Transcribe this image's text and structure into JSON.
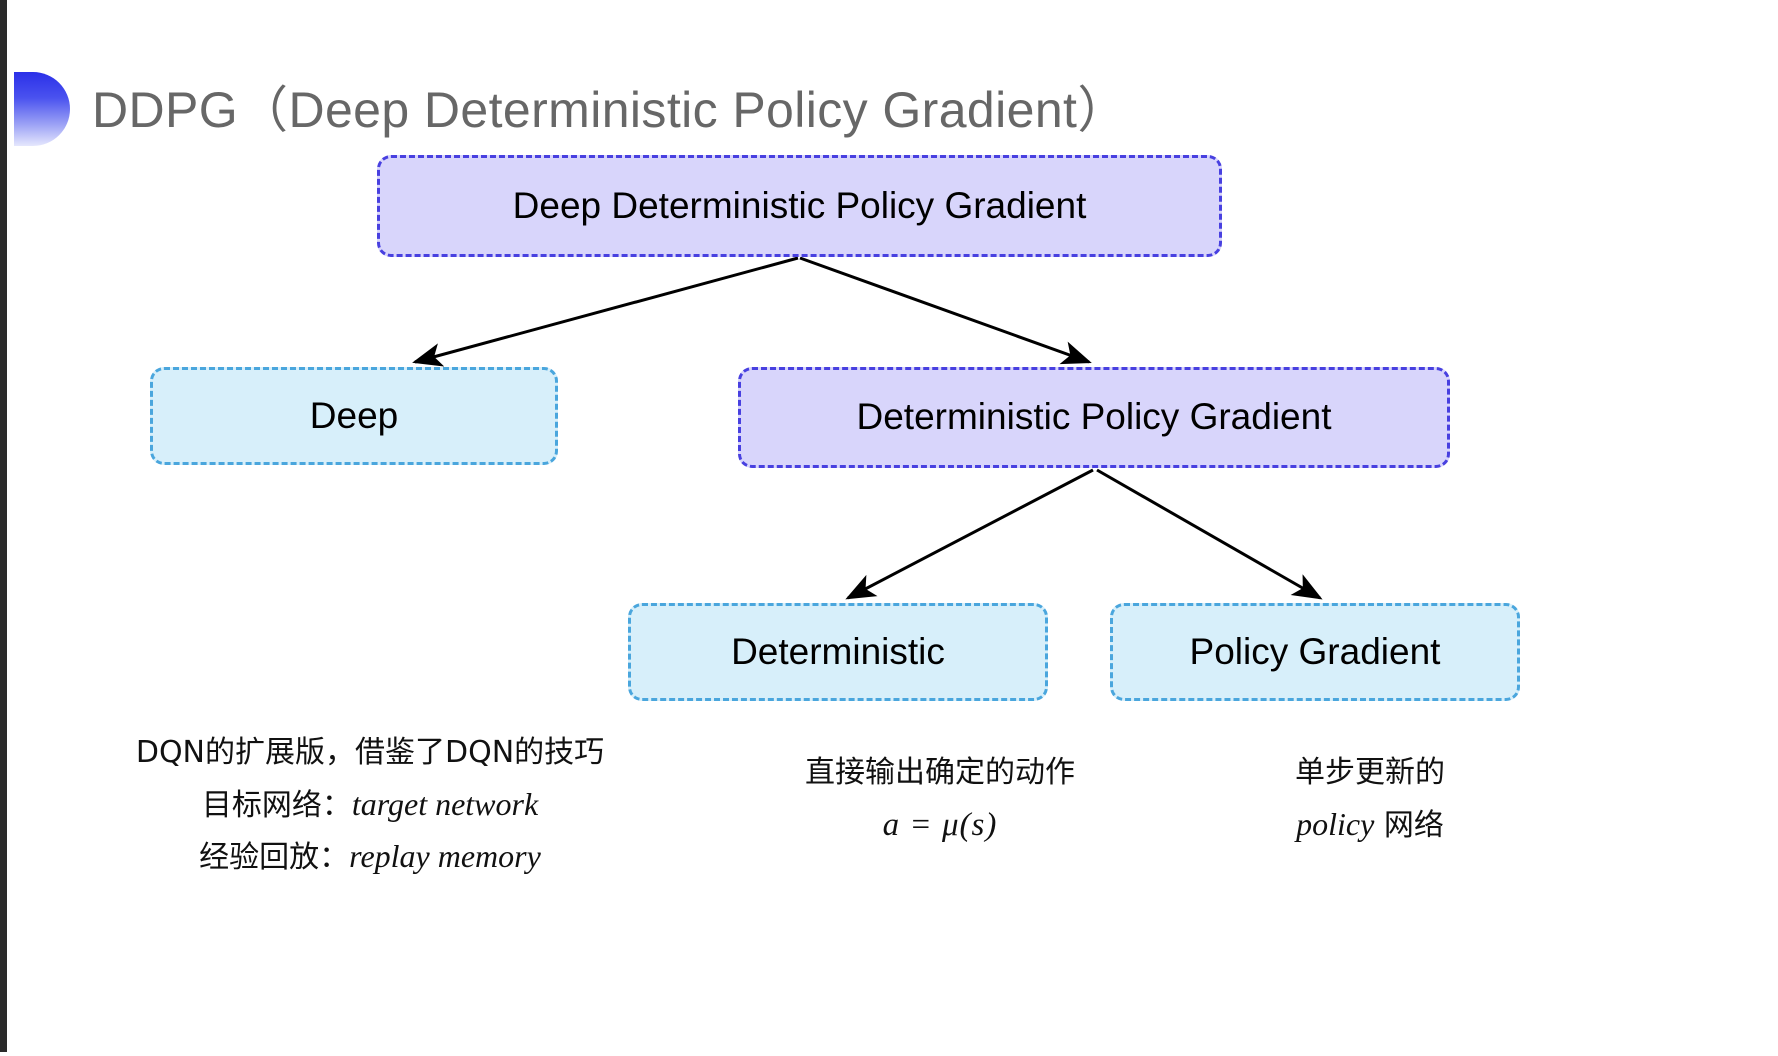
{
  "slide": {
    "title": "DDPG（Deep Deterministic Policy Gradient）",
    "background_color": "#ffffff",
    "accent_color": "#2b30e8",
    "title_color": "#676767"
  },
  "diagram": {
    "type": "tree",
    "nodes": [
      {
        "id": "root",
        "label": "Deep Deterministic Policy Gradient",
        "fill": "#d8d5fb",
        "border": "#4840e0",
        "style": "dashed"
      },
      {
        "id": "deep",
        "label": "Deep",
        "fill": "#d7effa",
        "border": "#4aa6dd",
        "style": "dashed"
      },
      {
        "id": "dpg",
        "label": "Deterministic Policy Gradient",
        "fill": "#d8d5fb",
        "border": "#4840e0",
        "style": "dashed"
      },
      {
        "id": "deterministic",
        "label": "Deterministic",
        "fill": "#d7effa",
        "border": "#4aa6dd",
        "style": "dashed"
      },
      {
        "id": "policy_gradient",
        "label": "Policy Gradient",
        "fill": "#d7effa",
        "border": "#4aa6dd",
        "style": "dashed"
      }
    ],
    "edges": [
      {
        "from": "root",
        "to": "deep"
      },
      {
        "from": "root",
        "to": "dpg"
      },
      {
        "from": "dpg",
        "to": "deterministic"
      },
      {
        "from": "dpg",
        "to": "policy_gradient"
      }
    ],
    "arrow_color": "#000000"
  },
  "notes": {
    "deep": {
      "lines": [
        "DQN的扩展版，借鉴了DQN的技巧",
        "目标网络：",
        "经验回放："
      ],
      "italic_terms": [
        "target network",
        "replay memory"
      ]
    },
    "deterministic": {
      "lines": [
        "直接输出确定的动作"
      ],
      "formula": "a = μ(s)"
    },
    "policy_gradient": {
      "lines": [
        "单步更新的"
      ],
      "italic_term": "policy",
      "suffix": " 网络"
    }
  }
}
